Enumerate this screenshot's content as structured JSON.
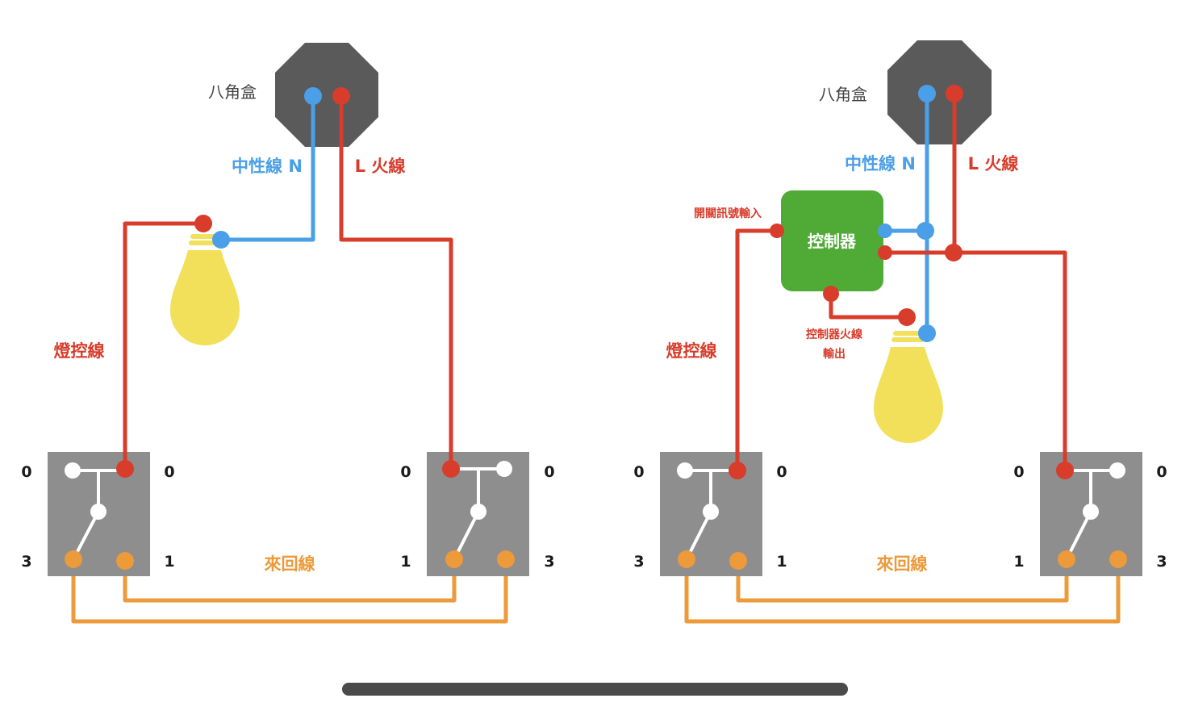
{
  "colors": {
    "neutral": "#4a9fe8",
    "live": "#d83c2b",
    "traveler": "#ec9a3a",
    "box": "#5a5a5a",
    "switch": "#8e8e8e",
    "bulb": "#f2df5a",
    "controller": "#4fab35",
    "terminal_text": "#1a1a1a",
    "box_text": "#444444"
  },
  "left": {
    "octagon_box": "八角盒",
    "neutral_label": "中性線 N",
    "live_label": "L 火線",
    "lamp_control_label": "燈控線",
    "traveler_label": "來回線",
    "switch_a": {
      "top_left": "0",
      "top_right": "0",
      "bottom_left": "3",
      "bottom_right": "1"
    },
    "switch_b": {
      "top_left": "0",
      "top_right": "0",
      "bottom_left": "1",
      "bottom_right": "3"
    }
  },
  "right": {
    "octagon_box": "八角盒",
    "neutral_label": "中性線 N",
    "live_label": "L 火線",
    "lamp_control_label": "燈控線",
    "traveler_label": "來回線",
    "controller_label": "控制器",
    "switch_signal_label": "開關訊號輸入",
    "controller_live_out_line1": "控制器火線",
    "controller_live_out_line2": "輸出",
    "switch_a": {
      "top_left": "0",
      "top_right": "0",
      "bottom_left": "3",
      "bottom_right": "1"
    },
    "switch_b": {
      "top_left": "0",
      "top_right": "0",
      "bottom_left": "1",
      "bottom_right": "3"
    }
  }
}
